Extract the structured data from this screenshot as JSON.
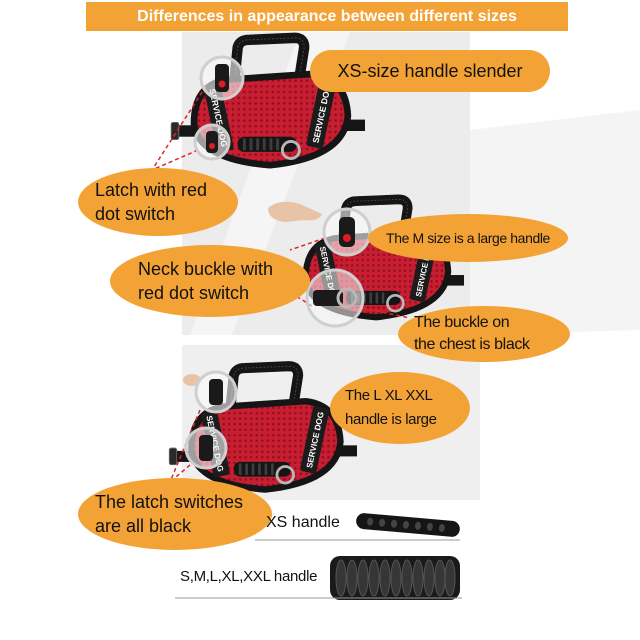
{
  "banner": {
    "title": "Differences in appearance between different sizes"
  },
  "colors": {
    "accent": "#F3A235",
    "harness_red": "#C81E32",
    "strap": "#151515",
    "dashed_line": "#E02424",
    "red_dot": "#E01B24"
  },
  "harness_label": "SERVICE DOG",
  "callouts": {
    "xs_handle": {
      "text": "XS-size handle slender"
    },
    "latch_red_dot": {
      "lines": [
        "Latch with red",
        "dot switch"
      ]
    },
    "m_size_handle": {
      "text": "The M size is a large handle"
    },
    "neck_buckle": {
      "lines": [
        "Neck buckle with",
        "red dot switch"
      ]
    },
    "chest_buckle": {
      "lines": [
        "The buckle on",
        "the chest is black"
      ]
    },
    "l_xl_xxl_handle": {
      "lines": [
        "The L XL XXL",
        "handle is large"
      ]
    },
    "latch_black": {
      "lines": [
        "The latch switches",
        "are all black"
      ]
    }
  },
  "handles": {
    "xs_label": "XS handle",
    "large_label": "S,M,L,XL,XXL handle"
  }
}
